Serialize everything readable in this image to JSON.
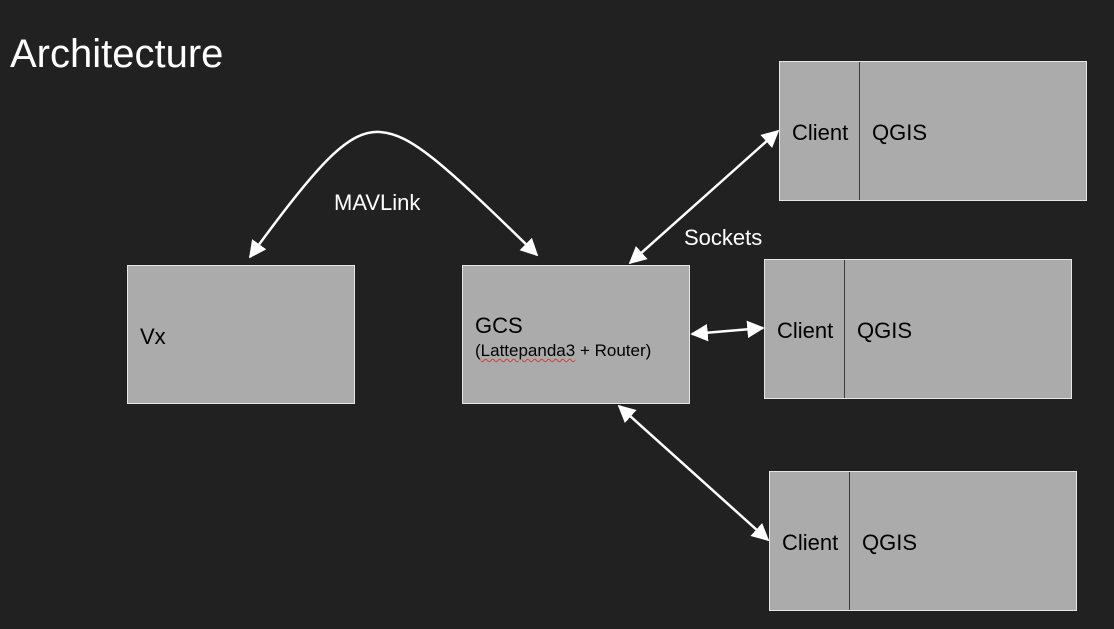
{
  "title": "Architecture",
  "nodes": {
    "vx": {
      "label": "Vx"
    },
    "gcs": {
      "label": "GCS",
      "detail_prefix": "(",
      "detail_squiggle": "Lattepanda3",
      "detail_suffix": " + Router)"
    },
    "clients": [
      {
        "client_label": "Client",
        "app_label": "QGIS"
      },
      {
        "client_label": "Client",
        "app_label": "QGIS"
      },
      {
        "client_label": "Client",
        "app_label": "QGIS"
      }
    ]
  },
  "edges": {
    "mavlink_label": "MAVLink",
    "sockets_label": "Sockets"
  },
  "colors": {
    "background": "#212121",
    "box_fill": "#ababab",
    "box_border": "#e6e6e6",
    "arrow": "#ffffff",
    "spellcheck_underline": "#d04040"
  }
}
